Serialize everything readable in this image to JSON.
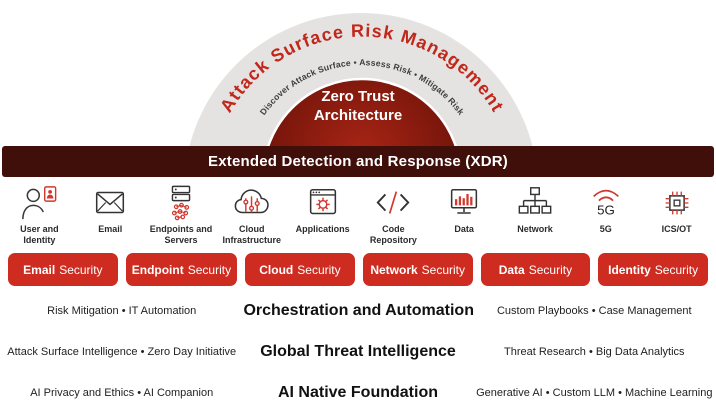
{
  "top": {
    "arc_title": "Attack Surface Risk Management",
    "arc_subtitle": "Discover Attack Surface  •  Assess Risk  •  Mitigate Risk",
    "core_title": "Zero Trust Architecture"
  },
  "banner": {
    "label": "Extended Detection and Response (XDR)"
  },
  "icons": [
    {
      "name": "user-identity-icon",
      "label": "User and Identity"
    },
    {
      "name": "email-icon",
      "label": "Email"
    },
    {
      "name": "endpoints-servers-icon",
      "label": "Endpoints and Servers"
    },
    {
      "name": "cloud-infrastructure-icon",
      "label": "Cloud Infrastructure"
    },
    {
      "name": "applications-icon",
      "label": "Applications"
    },
    {
      "name": "code-repository-icon",
      "label": "Code Repository"
    },
    {
      "name": "data-icon",
      "label": "Data"
    },
    {
      "name": "network-icon",
      "label": "Network"
    },
    {
      "name": "5g-icon",
      "label": "5G"
    },
    {
      "name": "ics-ot-icon",
      "label": "ICS/OT"
    }
  ],
  "security_buttons": [
    {
      "strong": "Email",
      "rest": "Security"
    },
    {
      "strong": "Endpoint",
      "rest": "Security"
    },
    {
      "strong": "Cloud",
      "rest": "Security"
    },
    {
      "strong": "Network",
      "rest": "Security"
    },
    {
      "strong": "Data",
      "rest": "Security"
    },
    {
      "strong": "Identity",
      "rest": "Security"
    }
  ],
  "layers": [
    {
      "left": "Risk Mitigation • IT Automation",
      "center": "Orchestration and Automation",
      "right": "Custom Playbooks • Case Management"
    },
    {
      "left": "Attack Surface Intelligence • Zero Day Initiative",
      "center": "Global Threat Intelligence",
      "right": "Threat Research • Big Data Analytics"
    },
    {
      "left": "AI Privacy and Ethics • AI Companion",
      "center": "AI Native Foundation",
      "right": "Generative AI • Custom LLM • Machine Learning"
    }
  ],
  "colors": {
    "banner_bg": "#400f0a",
    "button_red": "#ce2c21",
    "arc_gray": "#e4e3e2",
    "arc_title_red": "#c1271b",
    "icon_accent_red": "#d0392e",
    "core_dark_red": "#4c0d06"
  }
}
